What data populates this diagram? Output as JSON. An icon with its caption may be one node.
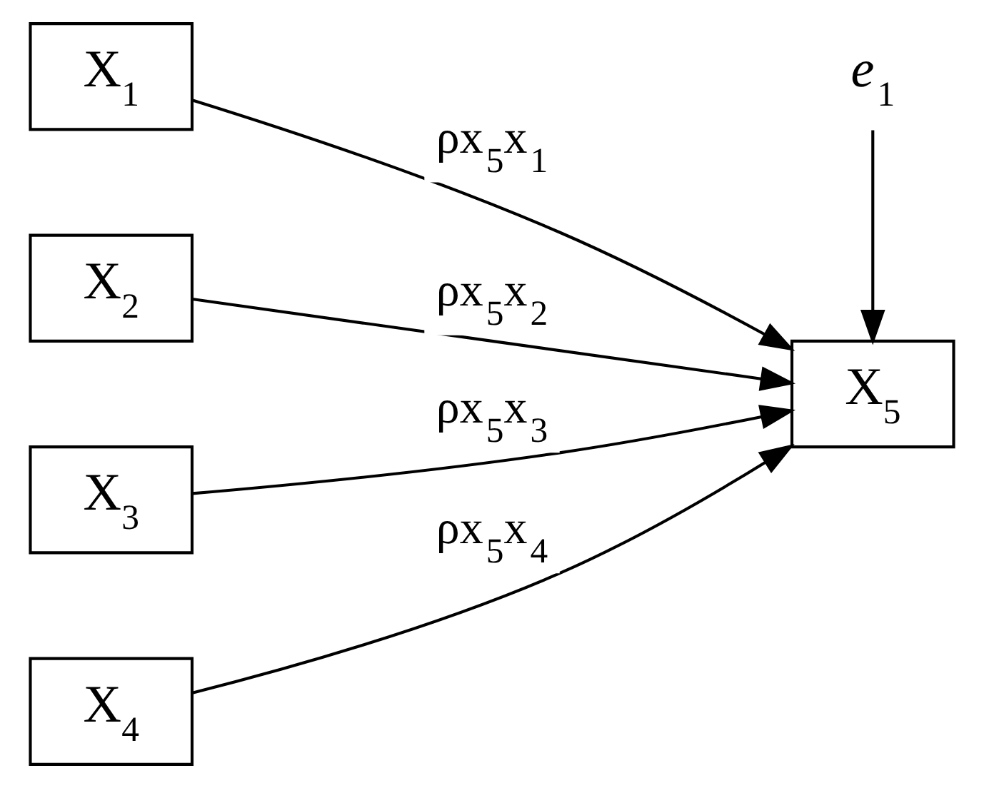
{
  "diagram": {
    "nodes": [
      {
        "text": [
          "X$_{1}$"
        ]
      },
      {
        "text": [
          "X$_{2}$"
        ]
      },
      {
        "text": [
          "X$_{3}$"
        ]
      },
      {
        "text": [
          "X$_{4}$"
        ]
      },
      {
        "text": [
          "X$_{5}$"
        ]
      },
      {
        "text": [
          "*e*$_{1}$"
        ]
      }
    ],
    "edges": [
      {
        "from": 0,
        "to": 4,
        "arrow": "to",
        "label": "ρx$_{5}$x$_{1}$"
      },
      {
        "from": 1,
        "to": 4,
        "arrow": "to",
        "label": "ρx$_{5}$x$_{2}$"
      },
      {
        "from": 2,
        "to": 4,
        "arrow": "to",
        "label": "ρx$_{5}$x$_{3}$"
      },
      {
        "from": 3,
        "to": 4,
        "arrow": "to",
        "label": "ρx$_{5}$x$_{4}$"
      },
      {
        "from": 5,
        "to": 4,
        "arrow": "to"
      }
    ]
  }
}
